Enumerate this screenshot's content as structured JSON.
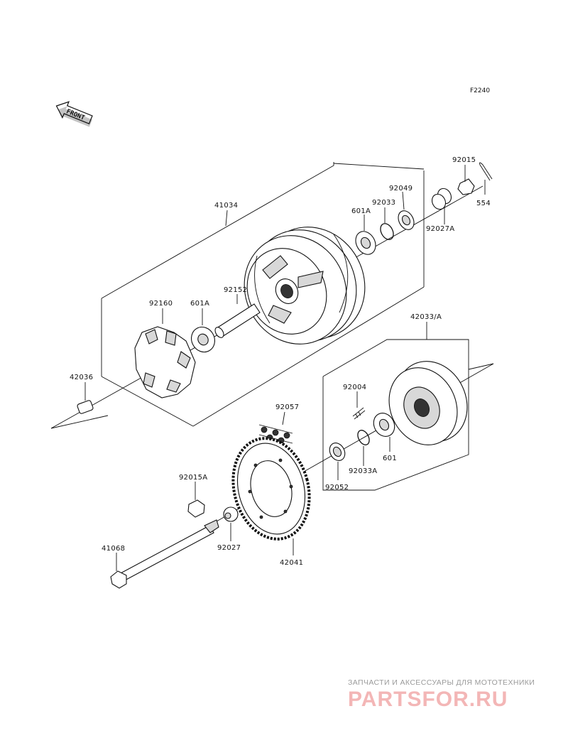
{
  "diagram": {
    "figure_code": "F2240",
    "front_arrow_text": "FRONT",
    "callouts": [
      {
        "id": "c-41034",
        "text": "41034"
      },
      {
        "id": "c-92015",
        "text": "92015"
      },
      {
        "id": "c-554",
        "text": "554"
      },
      {
        "id": "c-92049",
        "text": "92049"
      },
      {
        "id": "c-92033",
        "text": "92033"
      },
      {
        "id": "c-601A-top",
        "text": "601A"
      },
      {
        "id": "c-92027A",
        "text": "92027A"
      },
      {
        "id": "c-92160",
        "text": "92160"
      },
      {
        "id": "c-601A-mid",
        "text": "601A"
      },
      {
        "id": "c-92152",
        "text": "92152"
      },
      {
        "id": "c-42036",
        "text": "42036"
      },
      {
        "id": "c-42033A",
        "text": "42033/A"
      },
      {
        "id": "c-92004",
        "text": "92004"
      },
      {
        "id": "c-92057",
        "text": "92057"
      },
      {
        "id": "c-601",
        "text": "601"
      },
      {
        "id": "c-92033A",
        "text": "92033A"
      },
      {
        "id": "c-92052",
        "text": "92052"
      },
      {
        "id": "c-92015A",
        "text": "92015A"
      },
      {
        "id": "c-92027",
        "text": "92027"
      },
      {
        "id": "c-41068",
        "text": "41068"
      },
      {
        "id": "c-42041",
        "text": "42041"
      }
    ]
  },
  "watermark": {
    "tagline": "ЗАПЧАСТИ И АКСЕССУАРЫ ДЛЯ МОТОТЕХНИКИ",
    "logo": "PARTSFOR.RU"
  }
}
